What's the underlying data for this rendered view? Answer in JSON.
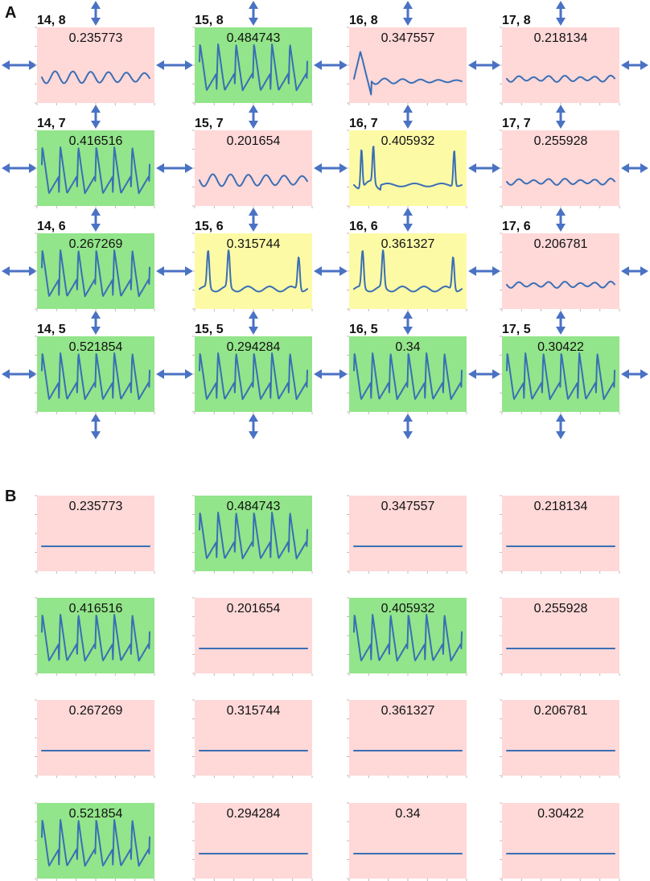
{
  "colors": {
    "green": "#92e58a",
    "pink": "#ffd8d8",
    "yellow": "#fdfaa6",
    "trace": "#3a6fb5",
    "arrow": "#4a72c4"
  },
  "panel_a": {
    "letter": "A",
    "rows": [
      [
        {
          "coord": "14, 8",
          "value": "0.235773",
          "color": "pink",
          "trace": "low-osc"
        },
        {
          "coord": "15, 8",
          "value": "0.484743",
          "color": "green",
          "trace": "spikes"
        },
        {
          "coord": "16, 8",
          "value": "0.347557",
          "color": "pink",
          "trace": "decay"
        },
        {
          "coord": "17, 8",
          "value": "0.218134",
          "color": "pink",
          "trace": "low-osc-small"
        }
      ],
      [
        {
          "coord": "14, 7",
          "value": "0.416516",
          "color": "green",
          "trace": "spikes"
        },
        {
          "coord": "15, 7",
          "value": "0.201654",
          "color": "pink",
          "trace": "low-osc"
        },
        {
          "coord": "16, 7",
          "value": "0.405932",
          "color": "yellow",
          "trace": "mixed-2"
        },
        {
          "coord": "17, 7",
          "value": "0.255928",
          "color": "pink",
          "trace": "low-osc-small"
        }
      ],
      [
        {
          "coord": "14, 6",
          "value": "0.267269",
          "color": "green",
          "trace": "spikes"
        },
        {
          "coord": "15, 6",
          "value": "0.315744",
          "color": "yellow",
          "trace": "mixed-3"
        },
        {
          "coord": "16, 6",
          "value": "0.361327",
          "color": "yellow",
          "trace": "mixed-3"
        },
        {
          "coord": "17, 6",
          "value": "0.206781",
          "color": "pink",
          "trace": "low-osc-small"
        }
      ],
      [
        {
          "coord": "14, 5",
          "value": "0.521854",
          "color": "green",
          "trace": "spikes"
        },
        {
          "coord": "15, 5",
          "value": "0.294284",
          "color": "green",
          "trace": "spikes"
        },
        {
          "coord": "16, 5",
          "value": "0.34",
          "color": "green",
          "trace": "spikes"
        },
        {
          "coord": "17, 5",
          "value": "0.30422",
          "color": "green",
          "trace": "spikes"
        }
      ]
    ]
  },
  "panel_b": {
    "letter": "B",
    "rows": [
      [
        {
          "value": "0.235773",
          "color": "pink",
          "trace": "flat"
        },
        {
          "value": "0.484743",
          "color": "green",
          "trace": "spikes"
        },
        {
          "value": "0.347557",
          "color": "pink",
          "trace": "flat"
        },
        {
          "value": "0.218134",
          "color": "pink",
          "trace": "flat"
        }
      ],
      [
        {
          "value": "0.416516",
          "color": "green",
          "trace": "spikes"
        },
        {
          "value": "0.201654",
          "color": "pink",
          "trace": "flat"
        },
        {
          "value": "0.405932",
          "color": "green",
          "trace": "spikes"
        },
        {
          "value": "0.255928",
          "color": "pink",
          "trace": "flat"
        }
      ],
      [
        {
          "value": "0.267269",
          "color": "pink",
          "trace": "flat"
        },
        {
          "value": "0.315744",
          "color": "pink",
          "trace": "flat"
        },
        {
          "value": "0.361327",
          "color": "pink",
          "trace": "flat"
        },
        {
          "value": "0.206781",
          "color": "pink",
          "trace": "flat"
        }
      ],
      [
        {
          "value": "0.521854",
          "color": "green",
          "trace": "spikes"
        },
        {
          "value": "0.294284",
          "color": "pink",
          "trace": "flat"
        },
        {
          "value": "0.34",
          "color": "pink",
          "trace": "flat"
        },
        {
          "value": "0.30422",
          "color": "pink",
          "trace": "flat"
        }
      ]
    ]
  }
}
